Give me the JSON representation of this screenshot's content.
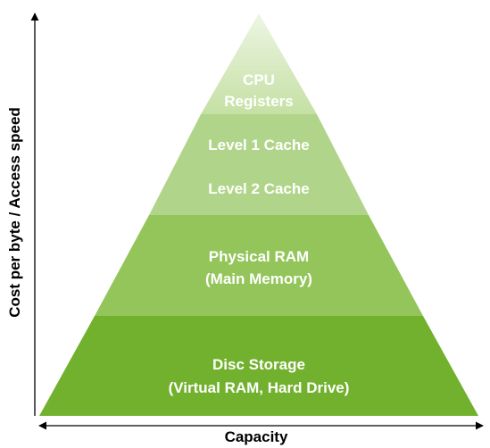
{
  "tiers": [
    {
      "lines": [
        "CPU",
        "Registers"
      ],
      "color": "#c5e0a4"
    },
    {
      "lines": [
        "Level 1 Cache",
        "Level 2 Cache"
      ],
      "color": "#b0d58a"
    },
    {
      "lines": [
        "Physical RAM",
        "(Main Memory)"
      ],
      "color": "#93c55a"
    },
    {
      "lines": [
        "Disc Storage",
        "(Virtual RAM, Hard Drive)"
      ],
      "color": "#72b12e"
    }
  ],
  "y_axis": {
    "label": "Cost per byte / Access speed"
  },
  "x_axis": {
    "label": "Capacity"
  }
}
